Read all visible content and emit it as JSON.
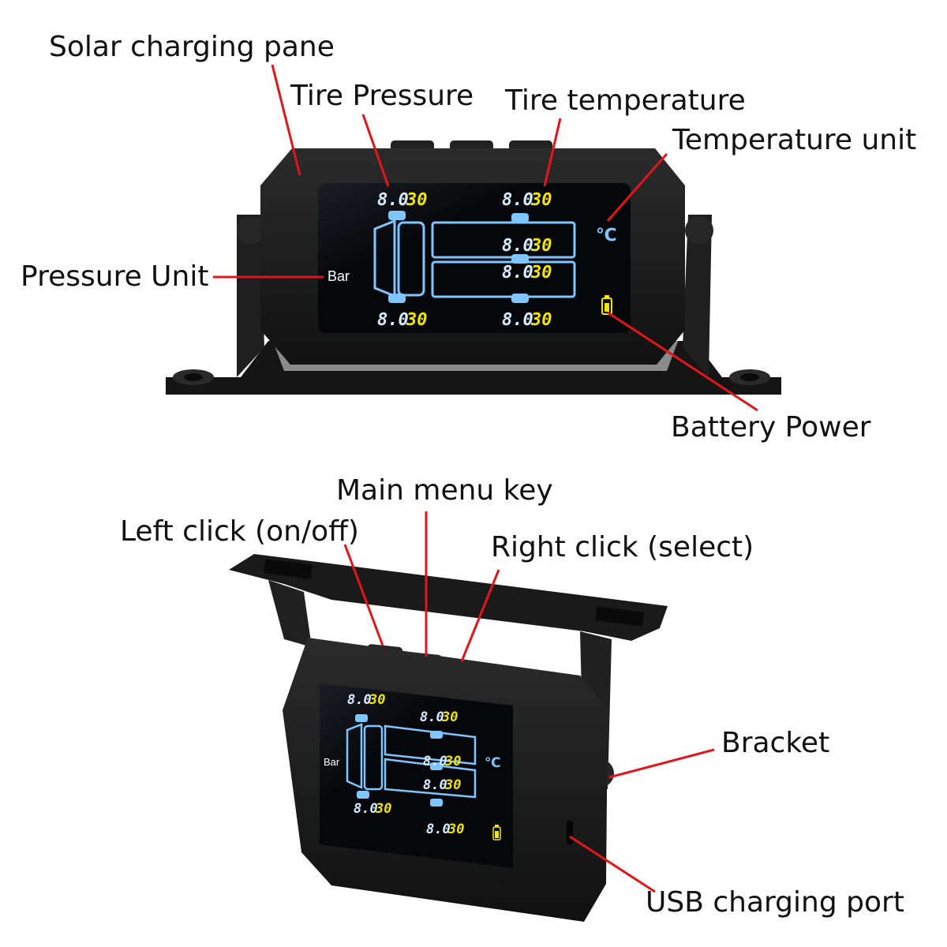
{
  "colors": {
    "device_body": "#1a1a1a",
    "screen": "#06070a",
    "pressure_digits": "#d8ecff",
    "temperature_digits": "#f4e600",
    "tire_outline": "#7fc6ff",
    "leader_line": "#e0161a"
  },
  "top_view": {
    "callouts": {
      "solar_panel": "Solar charging pane",
      "tire_pressure": "Tire Pressure",
      "tire_temperature": "Tire temperature",
      "temperature_unit": "Temperature unit",
      "pressure_unit": "Pressure Unit",
      "battery_power": "Battery Power"
    },
    "screen": {
      "pressure_unit_label": "Bar",
      "temperature_unit_label": "℃",
      "readings": [
        {
          "position": "front-left",
          "pressure": "8.0",
          "temperature": "30"
        },
        {
          "position": "front-right",
          "pressure": "8.0",
          "temperature": "30"
        },
        {
          "position": "middle-right-1",
          "pressure": "8.0",
          "temperature": "30"
        },
        {
          "position": "middle-right-2",
          "pressure": "8.0",
          "temperature": "30"
        },
        {
          "position": "rear-left",
          "pressure": "8.0",
          "temperature": "30"
        },
        {
          "position": "rear-right",
          "pressure": "8.0",
          "temperature": "30"
        }
      ],
      "battery_icon": "battery-icon"
    }
  },
  "bottom_view": {
    "callouts": {
      "main_menu_key": "Main menu key",
      "left_click": "Left click (on/off)",
      "right_click": "Right click (select)",
      "bracket": "Bracket",
      "usb_port": "USB charging port"
    },
    "screen": {
      "pressure_unit_label": "Bar",
      "temperature_unit_label": "℃",
      "readings": [
        {
          "position": "front-left",
          "pressure": "8.0",
          "temperature": "30"
        },
        {
          "position": "front-right",
          "pressure": "8.0",
          "temperature": "30"
        },
        {
          "position": "middle-right-1",
          "pressure": "8.0",
          "temperature": "30"
        },
        {
          "position": "middle-right-2",
          "pressure": "8.0",
          "temperature": "30"
        },
        {
          "position": "rear-left",
          "pressure": "8.0",
          "temperature": "30"
        },
        {
          "position": "rear-right",
          "pressure": "8.0",
          "temperature": "30"
        }
      ],
      "battery_icon": "battery-icon"
    }
  }
}
